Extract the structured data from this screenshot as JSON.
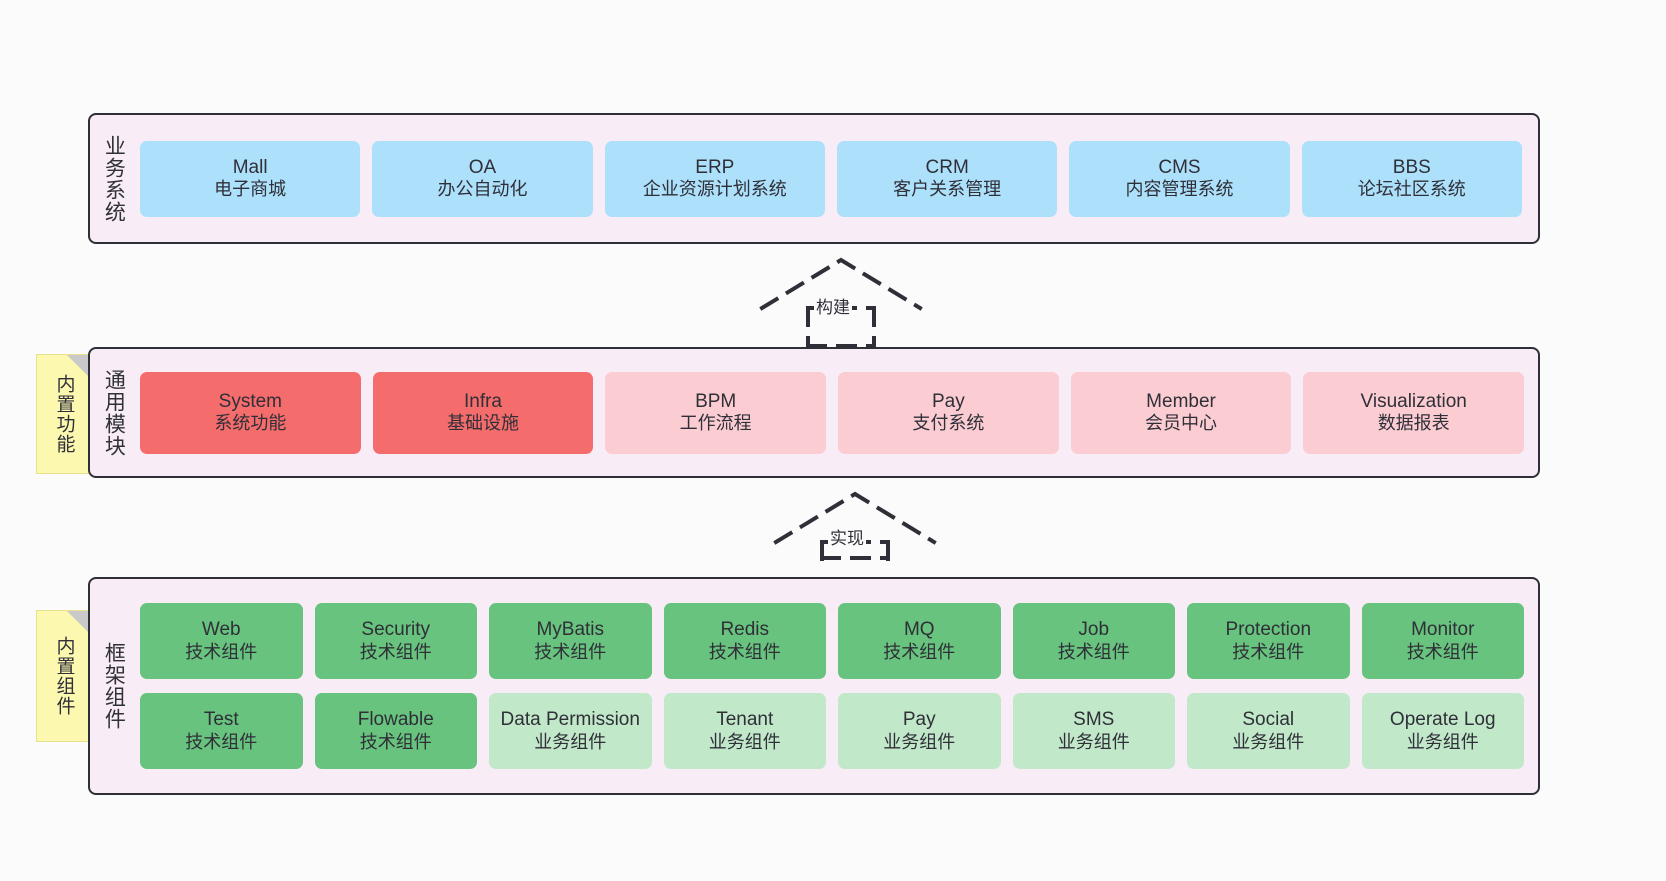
{
  "diagram": {
    "background": "#fbfbfb",
    "palette": {
      "panel": "#f8ecf6",
      "panel_border": "#2f2f38",
      "blue": "#ade0fb",
      "red": "#f56c6c",
      "pink": "#fbcdd3",
      "green": "#67c37d",
      "light_green": "#c2e8ca",
      "note_yellow": "#fcf8b0",
      "note_fold": "#c9c9c9",
      "text": "#2f2f38"
    }
  },
  "layers": {
    "business": {
      "title": "业务系统",
      "cards": [
        {
          "name": "Mall",
          "desc": "电子商城"
        },
        {
          "name": "OA",
          "desc": "办公自动化"
        },
        {
          "name": "ERP",
          "desc": "企业资源计划系统"
        },
        {
          "name": "CRM",
          "desc": "客户关系管理"
        },
        {
          "name": "CMS",
          "desc": "内容管理系统"
        },
        {
          "name": "BBS",
          "desc": "论坛社区系统"
        }
      ]
    },
    "modules": {
      "title": "通用模块",
      "cards": [
        {
          "name": "System",
          "desc": "系统功能",
          "tone": "red"
        },
        {
          "name": "Infra",
          "desc": "基础设施",
          "tone": "red"
        },
        {
          "name": "BPM",
          "desc": "工作流程",
          "tone": "pink"
        },
        {
          "name": "Pay",
          "desc": "支付系统",
          "tone": "pink"
        },
        {
          "name": "Member",
          "desc": "会员中心",
          "tone": "pink"
        },
        {
          "name": "Visualization",
          "desc": "数据报表",
          "tone": "pink"
        }
      ]
    },
    "framework": {
      "title": "框架组件",
      "row1": [
        {
          "name": "Web",
          "desc": "技术组件"
        },
        {
          "name": "Security",
          "desc": "技术组件"
        },
        {
          "name": "MyBatis",
          "desc": "技术组件"
        },
        {
          "name": "Redis",
          "desc": "技术组件"
        },
        {
          "name": "MQ",
          "desc": "技术组件"
        },
        {
          "name": "Job",
          "desc": "技术组件"
        },
        {
          "name": "Protection",
          "desc": "技术组件"
        },
        {
          "name": "Monitor",
          "desc": "技术组件"
        }
      ],
      "row2": [
        {
          "name": "Test",
          "desc": "技术组件",
          "tone": "green"
        },
        {
          "name": "Flowable",
          "desc": "技术组件",
          "tone": "green"
        },
        {
          "name": "Data Permission",
          "desc": "业务组件",
          "tone": "light_green"
        },
        {
          "name": "Tenant",
          "desc": "业务组件",
          "tone": "light_green"
        },
        {
          "name": "Pay",
          "desc": "业务组件",
          "tone": "light_green"
        },
        {
          "name": "SMS",
          "desc": "业务组件",
          "tone": "light_green"
        },
        {
          "name": "Social",
          "desc": "业务组件",
          "tone": "light_green"
        },
        {
          "name": "Operate Log",
          "desc": "业务组件",
          "tone": "light_green"
        }
      ]
    }
  },
  "notes": [
    {
      "id": "functions",
      "label": "内置功能"
    },
    {
      "id": "components",
      "label": "内置组件"
    }
  ],
  "connectors": [
    {
      "id": "build",
      "label": "构建",
      "style": "dashed-hollow-arrow-up"
    },
    {
      "id": "implement",
      "label": "实现",
      "style": "dashed-hollow-arrow-up"
    }
  ]
}
